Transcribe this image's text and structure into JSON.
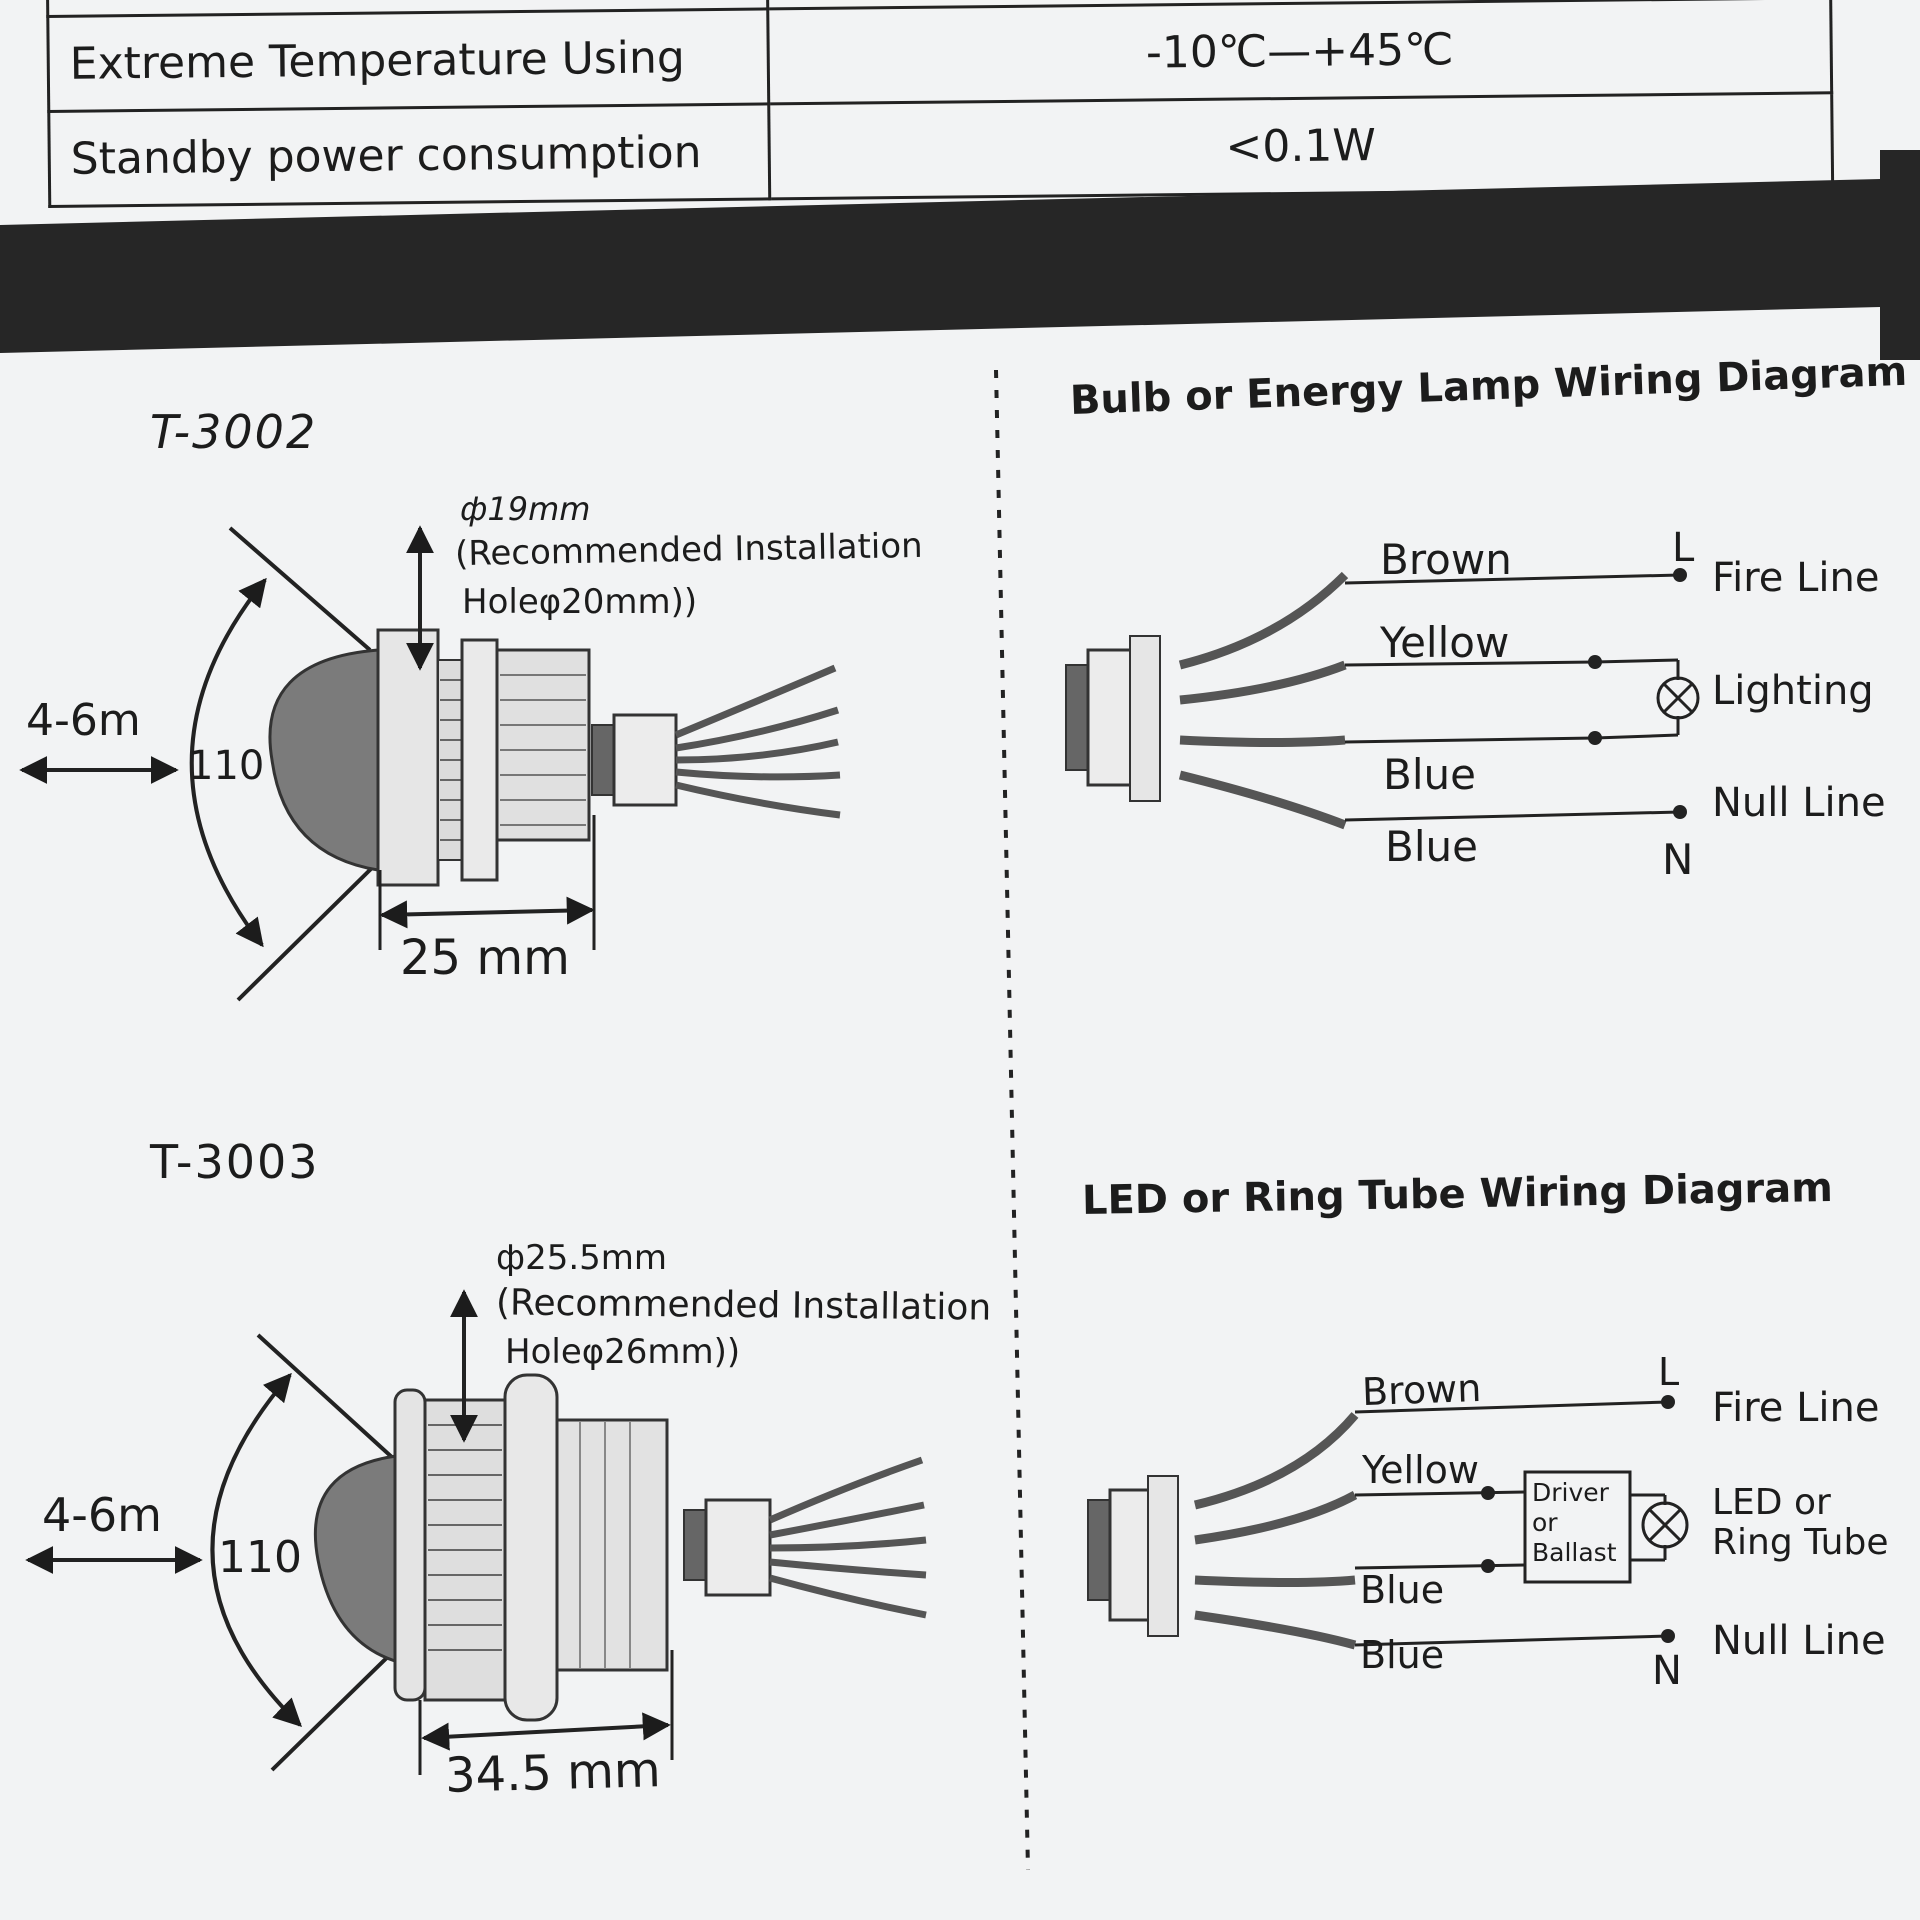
{
  "specs": {
    "rows": [
      {
        "label": "Extreme Temperature Using",
        "value": "-10℃—+45℃"
      },
      {
        "label": "Standby power consumption",
        "value": "<0.1W"
      }
    ]
  },
  "t3002": {
    "model": "T-3002",
    "diameter": "ф19mm",
    "recommend_line1": "(Recommended Installation",
    "recommend_line2": "Holeφ20mm))",
    "range": "4-6m",
    "angle": "110",
    "length": "25 mm"
  },
  "t3003": {
    "model": "T-3003",
    "diameter": "ф25.5mm",
    "recommend_line1": "(Recommended Installation",
    "recommend_line2": "Holeφ26mm))",
    "range": "4-6m",
    "angle": "110",
    "length": "34.5 mm"
  },
  "bulb_diagram": {
    "title": "Bulb or Energy Lamp Wiring Diagram",
    "wire_brown": "Brown",
    "wire_yellow": "Yellow",
    "wire_blue1": "Blue",
    "wire_blue2": "Blue",
    "terminal_l": "L",
    "terminal_n": "N",
    "fire_line": "Fire Line",
    "lighting": "Lighting",
    "null_line": "Null Line"
  },
  "led_diagram": {
    "title": "LED or Ring Tube Wiring Diagram",
    "wire_brown": "Brown",
    "wire_yellow": "Yellow",
    "wire_blue1": "Blue",
    "wire_blue2": "Blue",
    "terminal_l": "L",
    "terminal_n": "N",
    "fire_line": "Fire Line",
    "driver_line1": "Driver",
    "driver_line2": "or",
    "driver_line3": "Ballast",
    "load_line1": "LED or",
    "load_line2": "Ring Tube",
    "null_line": "Null Line"
  }
}
